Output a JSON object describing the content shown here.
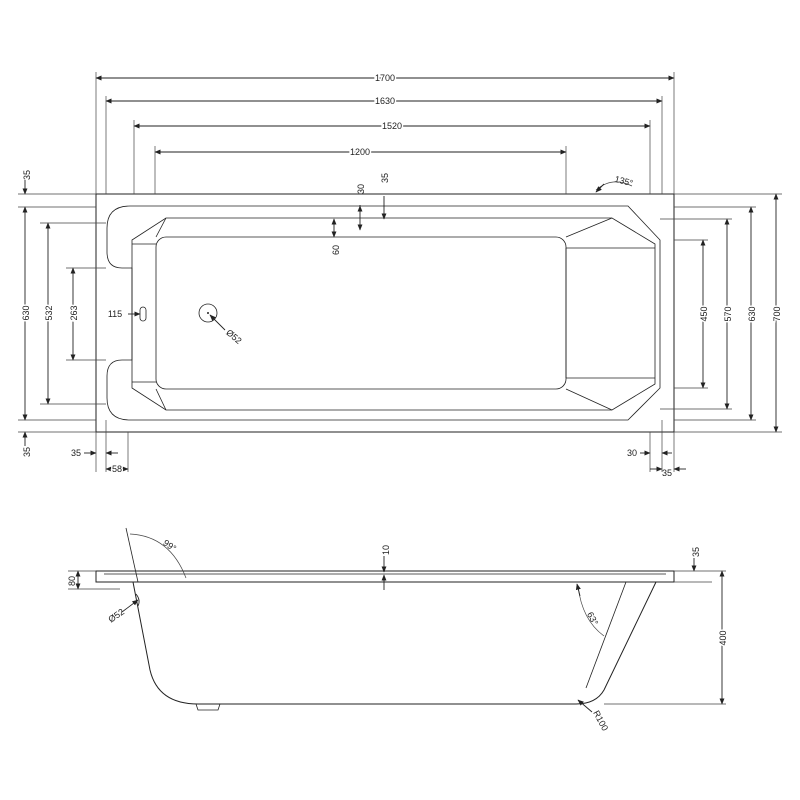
{
  "plan_view": {
    "dims": {
      "len_1700": "1700",
      "len_1630": "1630",
      "len_1520": "1520",
      "len_1200": "1200",
      "rim_30": "30",
      "rim_35_top": "35",
      "depth_60": "60",
      "angle_135": "135°",
      "left_35_top": "35",
      "left_35_bottom": "35",
      "left_630": "630",
      "left_532": "532",
      "left_263": "263",
      "offset_115": "115",
      "waste_52": "Ø52",
      "right_450": "450",
      "right_570": "570",
      "right_630": "630",
      "right_700": "700",
      "bottom_35_left": "35",
      "bottom_58": "58",
      "bottom_30_right": "30",
      "bottom_35_right": "35"
    }
  },
  "side_view": {
    "dims": {
      "angle_99": "99°",
      "rim_10": "10",
      "rim_35": "35",
      "rim_80": "80",
      "waste_52": "Ø52",
      "angle_63": "63°",
      "height_400": "400",
      "radius_100": "R100"
    }
  }
}
